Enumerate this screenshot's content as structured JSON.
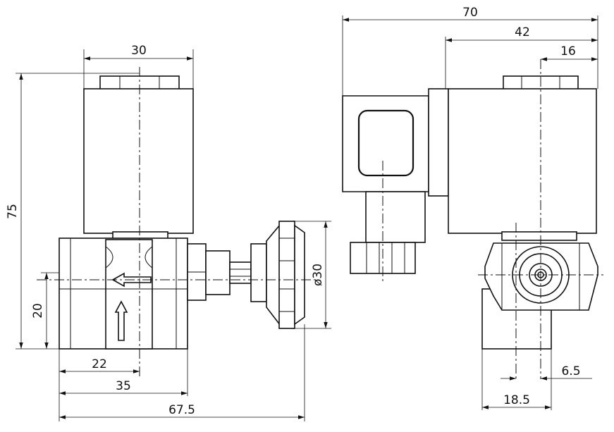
{
  "drawing": {
    "left_view": {
      "dim_top_width": "30",
      "dim_overall_height": "75",
      "dim_port_height": "20",
      "dim_port_center": "22",
      "dim_body_width": "35",
      "dim_overall_width": "67.5",
      "dim_knob_diameter": "ø30"
    },
    "right_view": {
      "dim_overall_width": "70",
      "dim_coil_offset": "42",
      "dim_nut_offset": "16",
      "dim_small_offset": "6.5",
      "dim_port_offset": "18.5"
    }
  }
}
